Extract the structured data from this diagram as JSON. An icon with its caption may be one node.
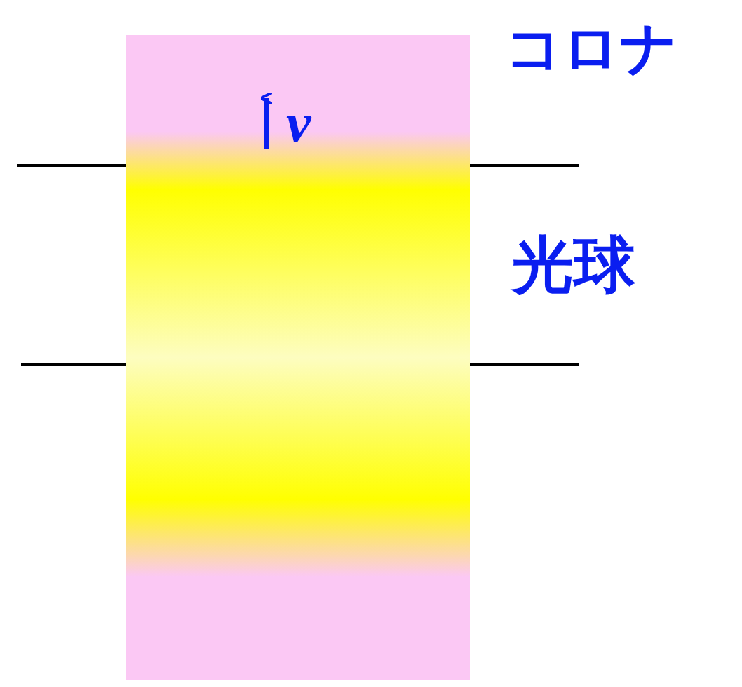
{
  "diagram": {
    "labels": [
      "コロナ",
      "v",
      "光球"
    ]
  }
}
